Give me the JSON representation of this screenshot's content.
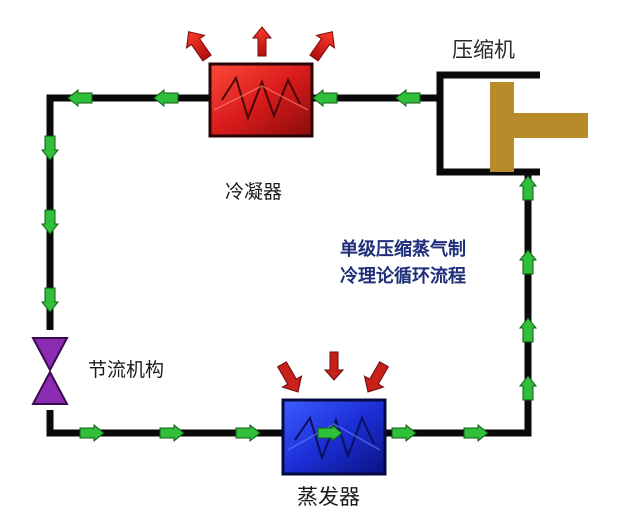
{
  "diagram": {
    "title_lines": [
      "单级压缩蒸气制",
      "冷理论循环流程"
    ],
    "components": {
      "compressor": "压缩机",
      "condenser": "冷凝器",
      "throttle": "节流机构",
      "evaporator": "蒸发器"
    },
    "colors": {
      "pipe": "#0a0a0a",
      "flow_arrow": "#2fbf3a",
      "condenser": "#d81b1b",
      "evaporator": "#1c2fd6",
      "heat_out_arrow": "#e02020",
      "heat_in_arrow": "#c8201a",
      "valve": "#8a2bb0",
      "piston": "#b88a2a"
    },
    "icons": [
      "compressor-icon",
      "condenser-icon",
      "evaporator-icon",
      "expansion-valve-icon",
      "flow-arrow-icon",
      "heat-arrow-icon"
    ]
  }
}
